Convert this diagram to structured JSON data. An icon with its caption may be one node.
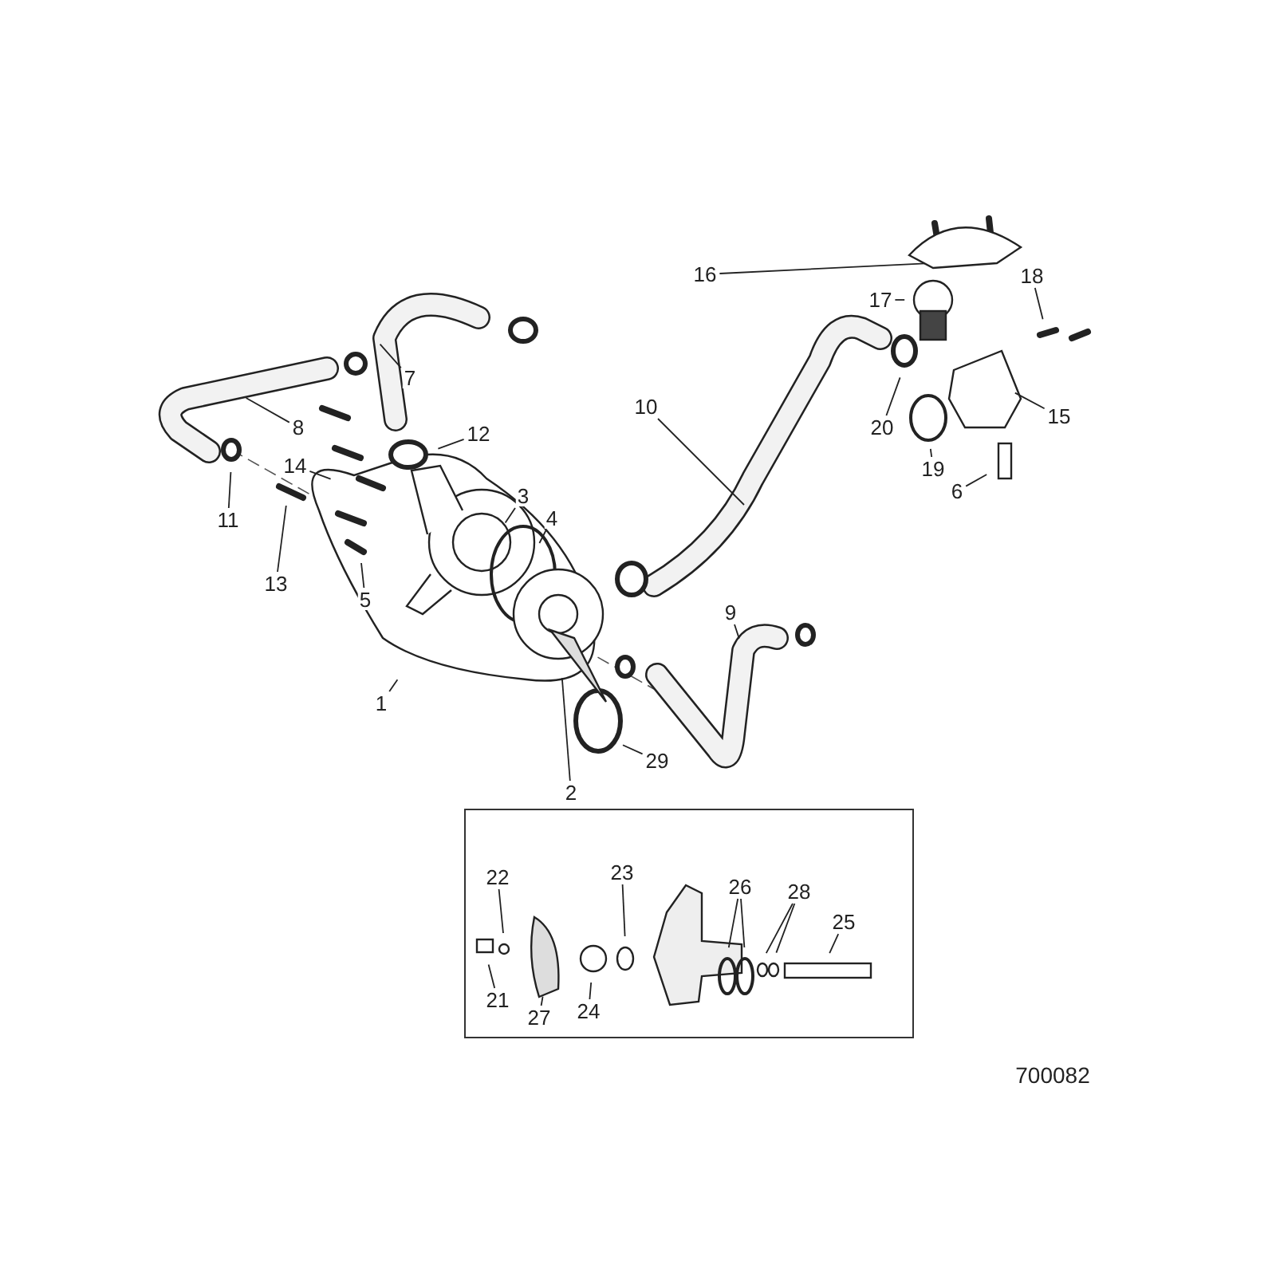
{
  "diagram": {
    "nodes": [
      {
        "text": [
          "16"
        ]
      },
      {
        "text": [
          "17"
        ]
      },
      {
        "text": [
          "18"
        ]
      },
      {
        "text": [
          "7"
        ]
      },
      {
        "text": [
          "20"
        ]
      },
      {
        "text": [
          "15"
        ]
      },
      {
        "text": [
          "10"
        ]
      },
      {
        "text": [
          "8"
        ]
      },
      {
        "text": [
          "12"
        ]
      },
      {
        "text": [
          "19"
        ]
      },
      {
        "text": [
          "6"
        ]
      },
      {
        "text": [
          "14"
        ]
      },
      {
        "text": [
          "11"
        ]
      },
      {
        "text": [
          "3"
        ]
      },
      {
        "text": [
          "4"
        ]
      },
      {
        "text": [
          "13"
        ]
      },
      {
        "text": [
          "5"
        ]
      },
      {
        "text": [
          "9"
        ]
      },
      {
        "text": [
          "1"
        ]
      },
      {
        "text": [
          "29"
        ]
      },
      {
        "text": [
          "2"
        ]
      },
      {
        "text": [],
        "shape": "box"
      },
      {
        "text": [
          "22"
        ],
        "in": 21
      },
      {
        "text": [
          "23"
        ],
        "in": 21
      },
      {
        "text": [
          "26"
        ],
        "in": 21
      },
      {
        "text": [
          "28"
        ],
        "in": 21
      },
      {
        "text": [
          "25"
        ],
        "in": 21
      },
      {
        "text": [
          "21"
        ],
        "in": 21
      },
      {
        "text": [
          "27"
        ],
        "in": 21
      },
      {
        "text": [
          "24"
        ],
        "in": 21
      }
    ],
    "edges": [
      {
        "from": 0,
        "to": null,
        "arrow": "none"
      },
      {
        "from": 1,
        "to": null,
        "arrow": "none"
      },
      {
        "from": 2,
        "to": null,
        "arrow": "none"
      },
      {
        "from": 3,
        "to": null,
        "arrow": "none"
      },
      {
        "from": 4,
        "to": null,
        "arrow": "none"
      },
      {
        "from": 5,
        "to": null,
        "arrow": "none"
      },
      {
        "from": 6,
        "to": null,
        "arrow": "none"
      },
      {
        "from": 7,
        "to": null,
        "arrow": "none"
      },
      {
        "from": 8,
        "to": null,
        "arrow": "none"
      },
      {
        "from": 9,
        "to": null,
        "arrow": "none"
      },
      {
        "from": 10,
        "to": null,
        "arrow": "none"
      },
      {
        "from": 11,
        "to": null,
        "arrow": "none"
      },
      {
        "from": 12,
        "to": null,
        "arrow": "none"
      },
      {
        "from": 13,
        "to": null,
        "arrow": "none"
      },
      {
        "from": 14,
        "to": null,
        "arrow": "none"
      },
      {
        "from": 15,
        "to": null,
        "arrow": "none"
      },
      {
        "from": 16,
        "to": null,
        "arrow": "none"
      },
      {
        "from": 17,
        "to": null,
        "arrow": "none"
      },
      {
        "from": 18,
        "to": null,
        "arrow": "none"
      },
      {
        "from": 19,
        "to": null,
        "arrow": "none"
      },
      {
        "from": 20,
        "to": null,
        "arrow": "none"
      },
      {
        "from": 22,
        "to": null,
        "arrow": "none"
      },
      {
        "from": 23,
        "to": null,
        "arrow": "none"
      },
      {
        "from": 24,
        "to": null,
        "arrow": "none"
      },
      {
        "from": 24,
        "to": null,
        "arrow": "none"
      },
      {
        "from": 25,
        "to": null,
        "arrow": "none"
      },
      {
        "from": 25,
        "to": null,
        "arrow": "none"
      },
      {
        "from": 26,
        "to": null,
        "arrow": "none"
      },
      {
        "from": 27,
        "to": null,
        "arrow": "none"
      },
      {
        "from": 28,
        "to": null,
        "arrow": "none"
      },
      {
        "from": 29,
        "to": null,
        "arrow": "none"
      }
    ],
    "labels": [
      "700082"
    ]
  }
}
